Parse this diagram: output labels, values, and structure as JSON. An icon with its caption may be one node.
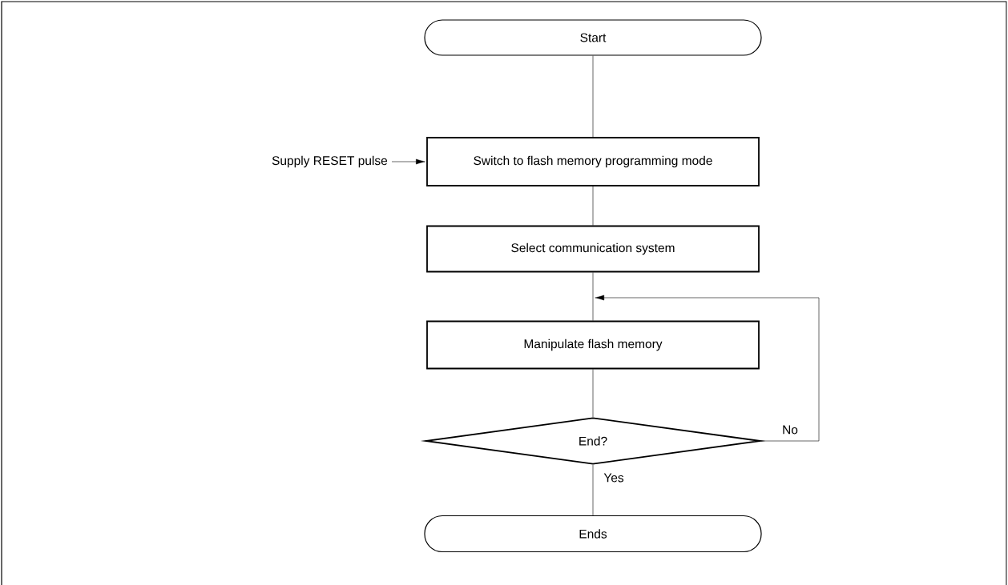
{
  "diagram": {
    "nodes": [
      {
        "text": [
          "Start"
        ]
      },
      {
        "text": [
          "Switch to flash memory programming mode"
        ]
      },
      {
        "text": [
          "Select communication system"
        ]
      },
      {
        "text": [
          "Manipulate flash memory"
        ]
      },
      {
        "text": [
          "End?"
        ]
      },
      {
        "text": [
          "Ends"
        ]
      },
      {
        "text": [
          "Supply RESET pulse"
        ]
      }
    ],
    "edges": [
      {
        "from": 0,
        "to": 1,
        "arrow": "none"
      },
      {
        "from": 1,
        "to": 2,
        "arrow": "none"
      },
      {
        "from": 2,
        "to": 3,
        "arrow": "none"
      },
      {
        "from": 3,
        "to": 4,
        "arrow": "none"
      },
      {
        "from": 4,
        "to": 5,
        "arrow": "none",
        "label": "Yes"
      },
      {
        "from": 4,
        "to": 3,
        "arrow": "to",
        "label": "No"
      },
      {
        "from": 6,
        "to": 1,
        "arrow": "to"
      }
    ]
  }
}
